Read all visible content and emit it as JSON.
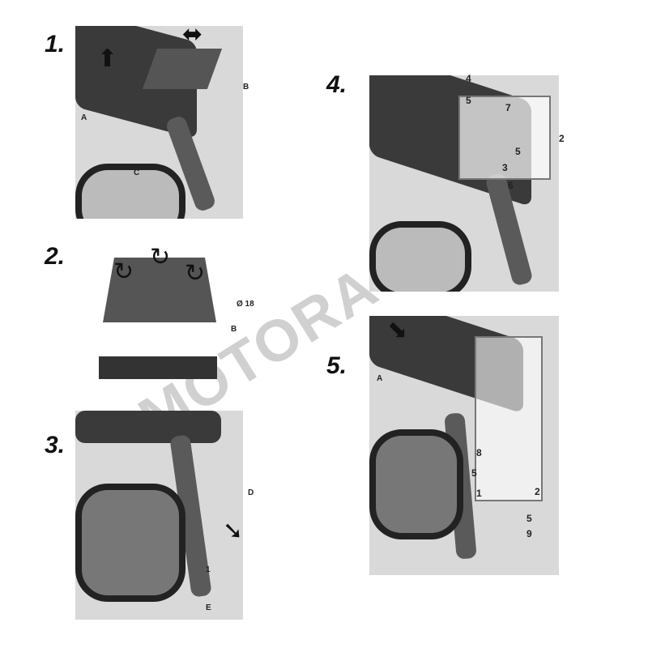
{
  "steps": [
    {
      "number": "1.",
      "labels": [
        "A",
        "B",
        "C"
      ]
    },
    {
      "number": "2.",
      "labels": [
        "Ø 18",
        "B"
      ]
    },
    {
      "number": "3.",
      "labels": [
        "D",
        "1",
        "E"
      ]
    },
    {
      "number": "4.",
      "labels": [
        "4",
        "5",
        "7",
        "2",
        "5",
        "3",
        "6"
      ]
    },
    {
      "number": "5.",
      "labels": [
        "A",
        "8",
        "5",
        "1",
        "2",
        "5",
        "9"
      ]
    }
  ],
  "watermark": "MOTORAC"
}
